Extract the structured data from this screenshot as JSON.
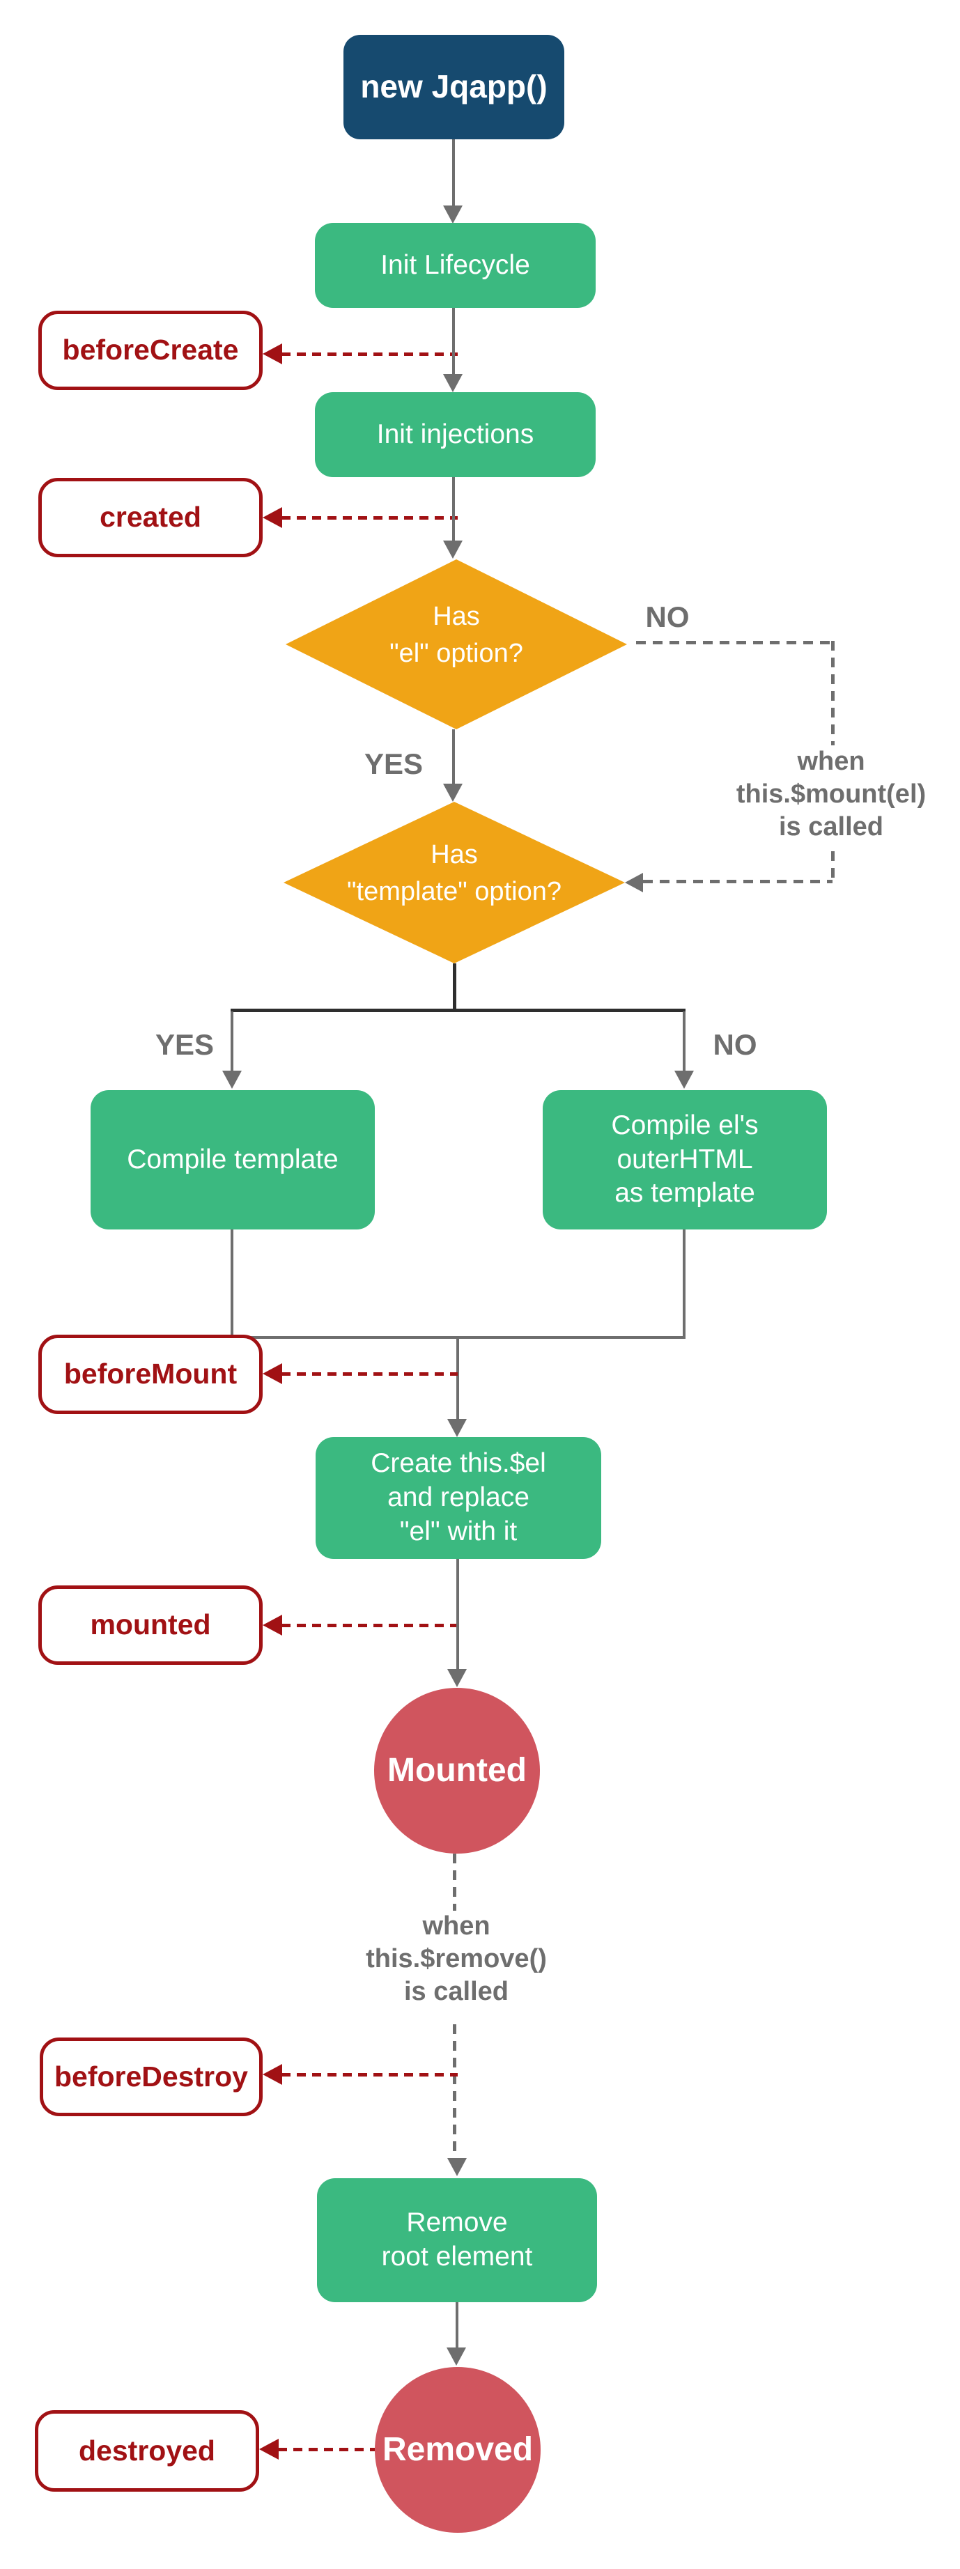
{
  "title": "Jqapp instance lifecycle flowchart",
  "colors": {
    "navy": "#164a6f",
    "green": "#3bb980",
    "orange": "#f0a416",
    "maroon": "#a11114",
    "red": "#d0555e",
    "gray": "#6e6e6e",
    "dark": "#2e2e2e"
  },
  "nodes": {
    "start": "new Jqapp()",
    "init_lifecycle": "Init Lifecycle",
    "init_injections": "Init injections",
    "decision_el": {
      "line1": "Has",
      "line2": "\"el\" option?"
    },
    "decision_template": {
      "line1": "Has",
      "line2": "\"template\" option?"
    },
    "compile_template": "Compile template",
    "compile_outer": {
      "line1": "Compile el's",
      "line2": "outerHTML",
      "line3": "as template"
    },
    "create_el": {
      "line1": "Create this.$el",
      "line2": "and replace",
      "line3": "\"el\" with it"
    },
    "remove_root": {
      "line1": "Remove",
      "line2": "root element"
    },
    "state_mounted": "Mounted",
    "state_removed": "Removed"
  },
  "hooks": {
    "before_create": "beforeCreate",
    "created": "created",
    "before_mount": "beforeMount",
    "mounted": "mounted",
    "before_destroy": "beforeDestroy",
    "destroyed": "destroyed"
  },
  "branch_labels": {
    "el_yes": "YES",
    "el_no": "NO",
    "template_yes": "YES",
    "template_no": "NO"
  },
  "annotations": {
    "mount_note": {
      "line1": "when",
      "line2": "this.$mount(el)",
      "line3": "is called"
    },
    "remove_note": {
      "line1": "when",
      "line2": "this.$remove()",
      "line3": "is called"
    }
  }
}
